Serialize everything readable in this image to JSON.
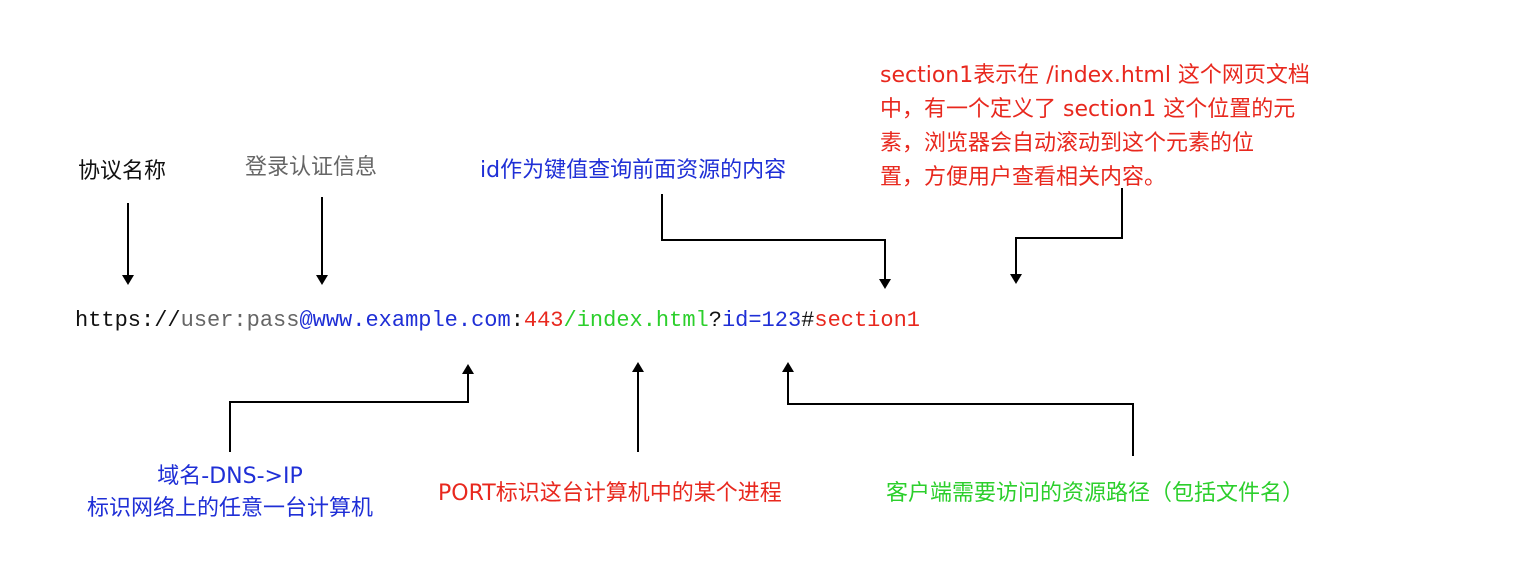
{
  "colors": {
    "black": "#111111",
    "gray": "#666666",
    "blue": "#1f2fd6",
    "red": "#e8281e",
    "green": "#2ccf2c"
  },
  "url": {
    "scheme": "https://",
    "userinfo": "user:pass",
    "at": "@",
    "host": "www.example.com",
    "port_sep": ":",
    "port": "443",
    "path": "/index.html",
    "query_sep": "?",
    "query": "id=123",
    "frag_sep": "#",
    "fragment": "section1"
  },
  "labels": {
    "protocol": "协议名称",
    "auth": "登录认证信息",
    "query": "id作为键值查询前面资源的内容",
    "fragment_lines": [
      "section1表示在 /index.html 这个网页文档",
      "中，有一个定义了 section1 这个位置的元",
      "素，浏览器会自动滚动到这个元素的位",
      "置，方便用户查看相关内容。"
    ],
    "domain_lines": [
      "域名-DNS->IP",
      "标识网络上的任意一台计算机"
    ],
    "port": "PORT标识这台计算机中的某个进程",
    "path": "客户端需要访问的资源路径（包括文件名）"
  }
}
